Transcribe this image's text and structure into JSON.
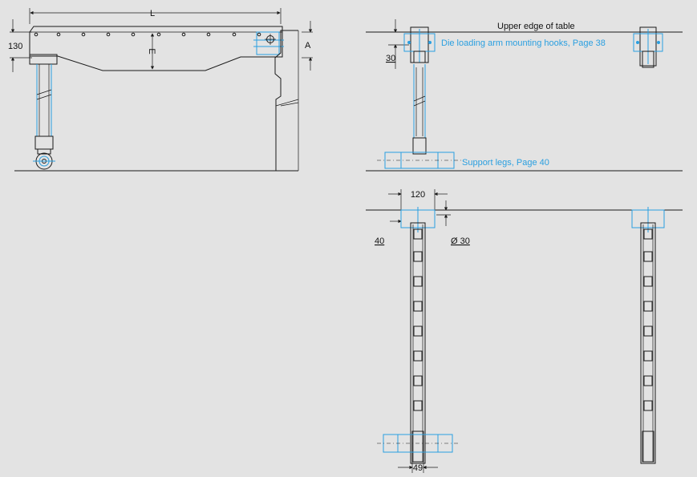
{
  "colors": {
    "background": "#e3e3e3",
    "line": "#1a1a1a",
    "accent": "#2a9fe0"
  },
  "side_view": {
    "dim_length": "L",
    "dim_height": "130",
    "dim_e": "E",
    "dim_a": "A"
  },
  "end_view": {
    "table_edge_label": "Upper edge of table",
    "hook_label": "Die loading arm mounting hooks, Page 38",
    "leg_label": "Support legs, Page 40",
    "dim_30": "30"
  },
  "bottom_view": {
    "dim_120": "120",
    "dim_40": "40",
    "dim_d30": "Ø 30",
    "dim_49": "49"
  }
}
